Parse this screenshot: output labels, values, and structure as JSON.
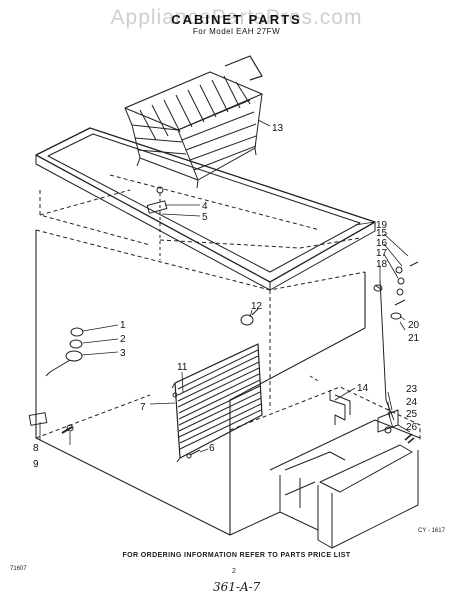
{
  "watermark": "AppliancePartsPros.com",
  "title": "CABINET PARTS",
  "subtitle": "For Model EAH 27FW",
  "footer": "FOR ORDERING INFORMATION REFER TO PARTS PRICE LIST",
  "doc_number": "71607",
  "page_number": "2",
  "handwritten_note": "361-A-7",
  "drawing_code": "CY - 1617",
  "part_numbers": [
    "1",
    "2",
    "3",
    "4",
    "5",
    "6",
    "7",
    "8",
    "9",
    "11",
    "12",
    "13",
    "14",
    "15",
    "16",
    "17",
    "18",
    "19",
    "20",
    "21",
    "23",
    "24",
    "25",
    "26"
  ]
}
